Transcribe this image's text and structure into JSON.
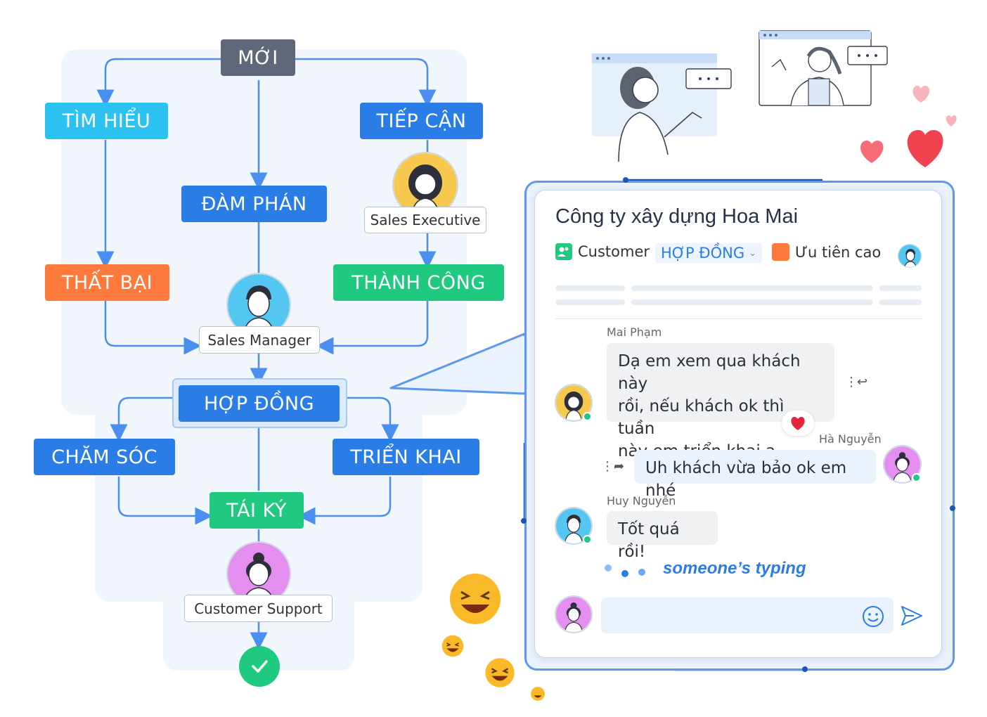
{
  "flow": {
    "nodes": {
      "moi": "MỚI",
      "tim_hieu": "TÌM HIỂU",
      "tiep_can": "TIẾP CẬN",
      "dam_phan": "ĐÀM PHÁN",
      "that_bai": "THẤT BẠI",
      "thanh_cong": "THÀNH CÔNG",
      "hop_dong": "HỢP ĐỒNG",
      "cham_soc": "CHĂM SÓC",
      "trien_khai": "TRIỂN KHAI",
      "tai_ky": "TÁI KÝ"
    },
    "roles": {
      "sales_executive": "Sales Executive",
      "sales_manager": "Sales Manager",
      "customer_support": "Customer Support"
    }
  },
  "chat": {
    "title": "Công ty xây dựng Hoa Mai",
    "meta": {
      "type_label": "Customer",
      "stage_label": "HỢP ĐỒNG",
      "priority_label": "Ưu tiên cao"
    },
    "messages": [
      {
        "sender": "Mai Phạm",
        "lines": [
          "Dạ em xem qua khách này",
          "rồi, nếu khách ok thì tuần",
          "này em triển khai ạ"
        ],
        "reaction": "heart"
      },
      {
        "sender": "Hà Nguyễn",
        "lines": [
          "Uh khách vừa bảo ok em nhé"
        ]
      },
      {
        "sender": "Huy Nguyễn",
        "lines": [
          "Tốt quá rồi!"
        ]
      }
    ],
    "typing_text": "someone’s typing",
    "input_placeholder": ""
  },
  "colors": {
    "gray": "#5f6878",
    "cyan": "#2bc2f2",
    "blue": "#2a7de6",
    "orange": "#fd7a3c",
    "green": "#1fc97f",
    "connector": "#4a8ef0"
  },
  "icons": [
    "check-icon",
    "smile-icon",
    "send-icon",
    "reply-icon",
    "forward-icon",
    "more-icon",
    "heart-icon",
    "chevron-down-icon",
    "customer-icon",
    "priority-icon"
  ]
}
